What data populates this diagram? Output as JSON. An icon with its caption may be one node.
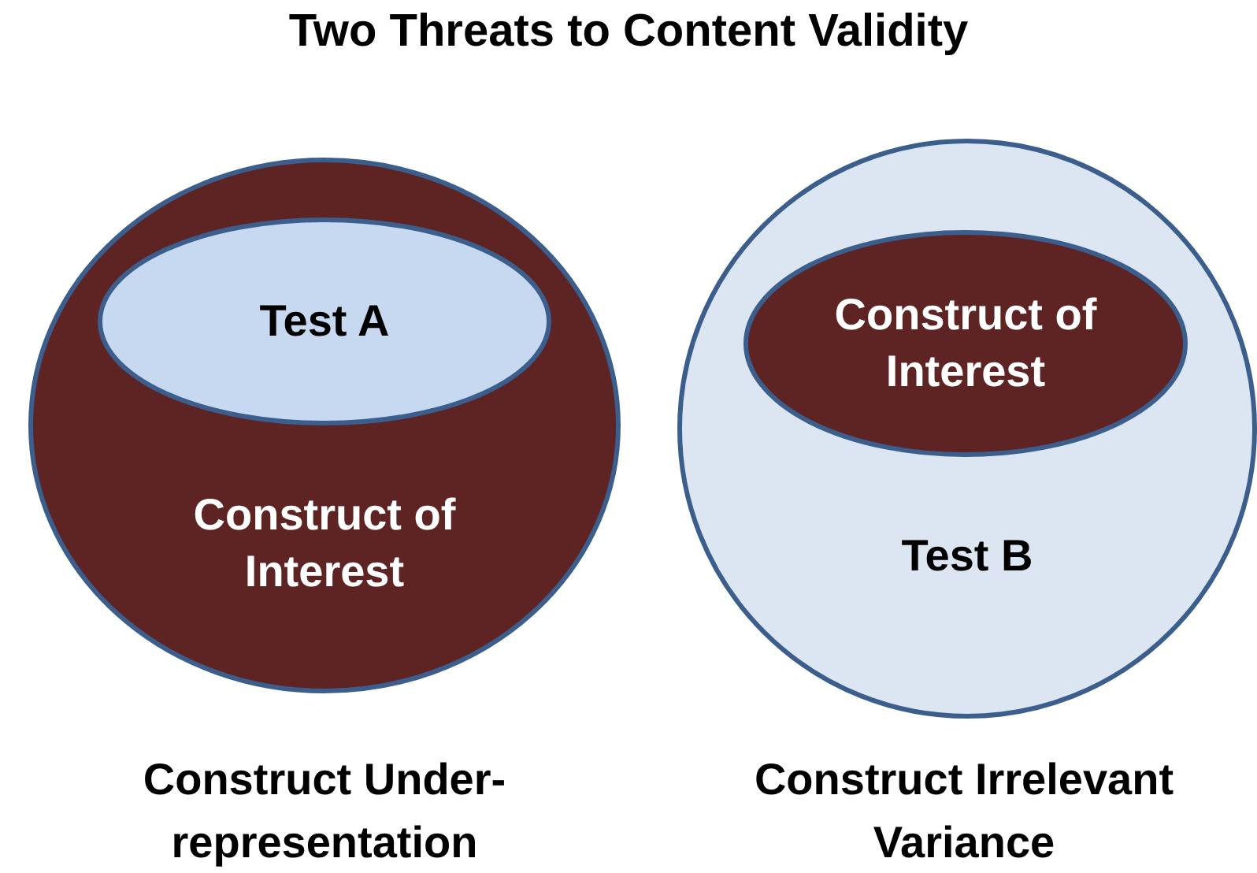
{
  "diagram": {
    "title": "Two Threats to Content Validity",
    "nodes": [
      {
        "text": [
          "Construct of Interest"
        ],
        "beside": [
          "Construct Under-representation"
        ]
      },
      {
        "text": [
          "Test A"
        ],
        "in": 0
      },
      {
        "text": [
          "Test B"
        ],
        "beside": [
          "Construct Irrelevant Variance"
        ]
      },
      {
        "text": [
          "Construct of Interest"
        ],
        "in": 2
      }
    ]
  }
}
